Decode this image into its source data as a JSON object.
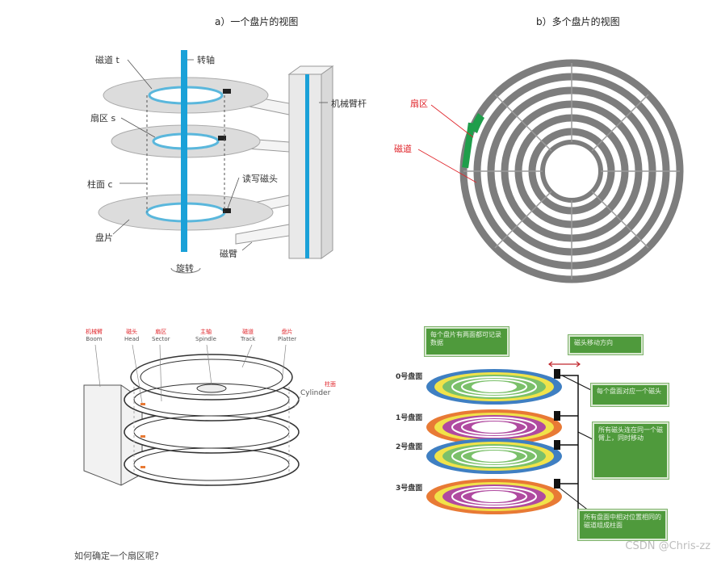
{
  "top_left": {
    "title": "a）一个盘片的视图",
    "labels": {
      "track": "磁道 t",
      "spindle": "转轴",
      "arm": "机械臂杆",
      "sector": "扇区 s",
      "cylinder": "柱面 c",
      "head": "读写磁头",
      "platter": "盘片",
      "rotation": "旋转",
      "arm_lower": "磁臂"
    }
  },
  "top_right": {
    "title": "b）多个盘片的视图",
    "labels": {
      "sector": "扇区",
      "track": "磁道"
    }
  },
  "bottom_left": {
    "labels": [
      {
        "cn": "机械臂",
        "en": "Boom"
      },
      {
        "cn": "磁头",
        "en": "Head"
      },
      {
        "cn": "扇区",
        "en": "Sector"
      },
      {
        "cn": "主轴",
        "en": "Spindle"
      },
      {
        "cn": "磁道",
        "en": "Track"
      },
      {
        "cn": "盘片",
        "en": "Platter"
      }
    ],
    "cylinder": {
      "cn": "柱面",
      "en": "Cylinder"
    }
  },
  "bottom_right": {
    "surfaces": [
      "0号盘面",
      "1号盘面",
      "2号盘面",
      "3号盘面"
    ],
    "box_top_left": "每个盘片有两面都可记录数据",
    "box_top_right": "磁头移动方向",
    "box_r1": "每个盘面对应一个磁头",
    "box_r2": "所有磁头连在同一个磁臂上，同时移动",
    "box_r3": "所有盘面中相对位置相同的磁道组成柱面"
  },
  "caption_partial": "如何确定一个扇区呢?",
  "watermark": "CSDN @Chris-zz",
  "colors": {
    "spindle_blue": "#1aa1d8",
    "disk_gray": "#7d7d7d",
    "sector_green": "#1f9e4b",
    "box_green": "#4f9a3c",
    "ring_yellow": "#f1e34a",
    "ring_orange": "#e87a35",
    "ring_blue": "#3f7fc2",
    "ring_green": "#7bc06a"
  }
}
